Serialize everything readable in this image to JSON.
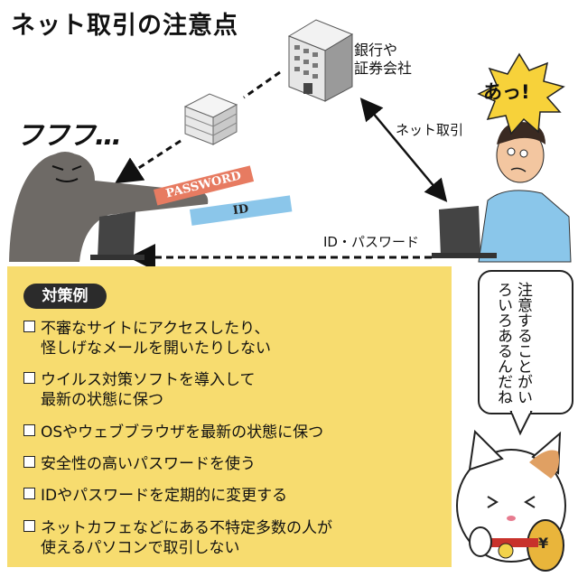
{
  "title": "ネット取引の注意点",
  "bank_label_line1": "銀行や",
  "bank_label_line2": "証券会社",
  "laugh": "フフフ…",
  "surprise": "あっ!",
  "net_trade_label": "ネット取引",
  "id_pw_label": "ID・パスワード",
  "password_card": "PASSWORD",
  "id_card": "ID",
  "panel": {
    "title": "対策例",
    "items": [
      {
        "line1": "不審なサイトにアクセスしたり、",
        "line2": "怪しげなメールを開いたりしない"
      },
      {
        "line1": "ウイルス対策ソフトを導入して",
        "line2": "最新の状態に保つ"
      },
      {
        "line1": "OSやウェブブラウザを最新の状態に保つ",
        "line2": ""
      },
      {
        "line1": "安全性の高いパスワードを使う",
        "line2": ""
      },
      {
        "line1": "IDやパスワードを定期的に変更する",
        "line2": ""
      },
      {
        "line1": "ネットカフェなどにある不特定多数の人が",
        "line2": "使えるパソコンで取引しない"
      }
    ]
  },
  "cat_bubble": "注意することがいろいろあるんだね",
  "coin_symbol": "¥",
  "colors": {
    "panel": "#f7dc6f",
    "password_card": "#e77b61",
    "id_card": "#8bc6ea",
    "hacker": "#6e6a66",
    "padlock": "#c8322b"
  }
}
